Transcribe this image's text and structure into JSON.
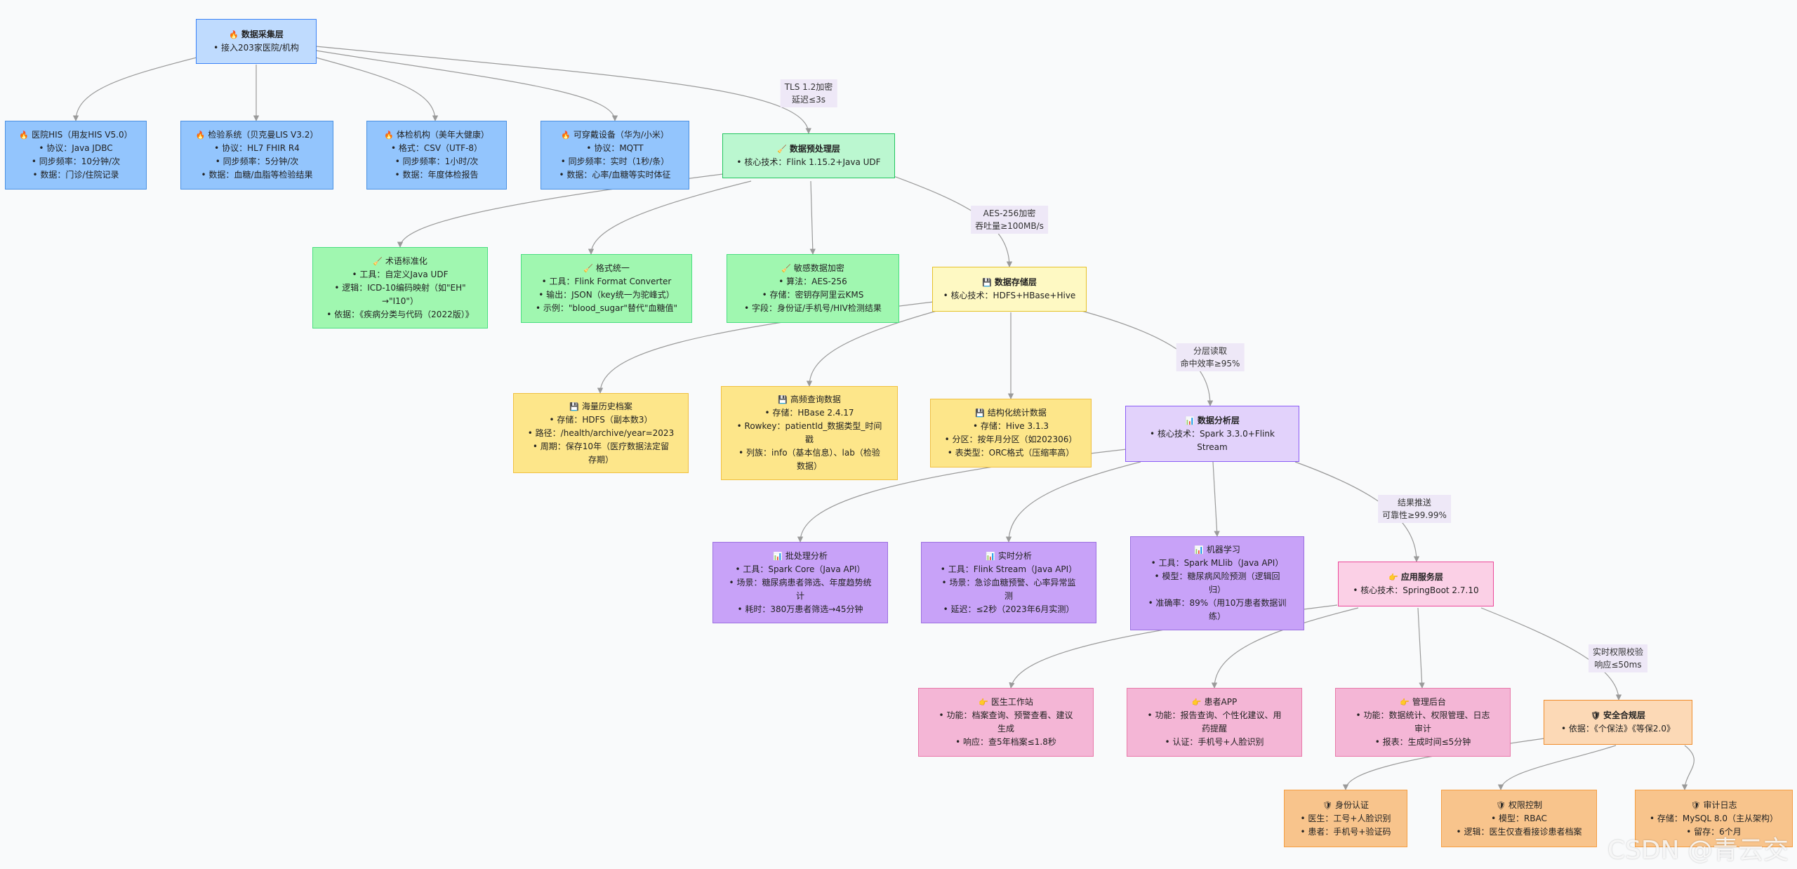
{
  "nodes": {
    "collect": {
      "icon": "fire-icon",
      "title": "数据采集层",
      "lines": [
        "• 接入203家医院/机构"
      ]
    },
    "his": {
      "icon": "fire-icon",
      "title": "医院HIS（用友HIS V5.0）",
      "lines": [
        "• 协议：Java JDBC",
        "• 同步频率：10分钟/次",
        "• 数据：门诊/住院记录"
      ]
    },
    "lis": {
      "icon": "fire-icon",
      "title": "检验系统（贝克曼LIS V3.2）",
      "lines": [
        "• 协议：HL7 FHIR R4",
        "• 同步频率：5分钟/次",
        "• 数据：血糖/血脂等检验结果"
      ]
    },
    "exam": {
      "icon": "fire-icon",
      "title": "体检机构（美年大健康）",
      "lines": [
        "• 格式：CSV（UTF-8）",
        "• 同步频率：1小时/次",
        "• 数据：年度体检报告"
      ]
    },
    "wear": {
      "icon": "fire-icon",
      "title": "可穿戴设备（华为/小米）",
      "lines": [
        "• 协议：MQTT",
        "• 同步频率：实时（1秒/条）",
        "• 数据：心率/血糖等实时体征"
      ]
    },
    "pre": {
      "icon": "broom-icon",
      "title": "数据预处理层",
      "lines": [
        "• 核心技术：Flink 1.15.2+Java UDF"
      ]
    },
    "term": {
      "icon": "broom-icon",
      "title": "术语标准化",
      "lines": [
        "• 工具：自定义Java UDF",
        "• 逻辑：ICD-10编码映射（如\"EH\"",
        "→\"I10\"）",
        "• 依据：《疾病分类与代码（2022版）》"
      ]
    },
    "fmt": {
      "icon": "broom-icon",
      "title": "格式统一",
      "lines": [
        "• 工具：Flink Format Converter",
        "• 输出：JSON（key统一为驼峰式）",
        "• 示例：\"blood_sugar\"替代\"血糖值\""
      ]
    },
    "enc": {
      "icon": "broom-icon",
      "title": "敏感数据加密",
      "lines": [
        "• 算法：AES-256",
        "• 存储：密钥存阿里云KMS",
        "• 字段：身份证/手机号/HIV检测结果"
      ]
    },
    "store": {
      "icon": "disk-icon",
      "title": "数据存储层",
      "lines": [
        "• 核心技术：HDFS+HBase+Hive"
      ]
    },
    "hist": {
      "icon": "disk-icon",
      "title": "海量历史档案",
      "lines": [
        "• 存储：HDFS（副本数3）",
        "• 路径：/health/archive/year=2023",
        "• 周期：保存10年（医疗数据法定留",
        "存期）"
      ]
    },
    "hbase": {
      "icon": "disk-icon",
      "title": "高频查询数据",
      "lines": [
        "• 存储：HBase 2.4.17",
        "• Rowkey：patientId_数据类型_时间",
        "戳",
        "• 列族：info（基本信息）、lab（检验",
        "数据）"
      ]
    },
    "hive": {
      "icon": "disk-icon",
      "title": "结构化统计数据",
      "lines": [
        "• 存储：Hive 3.1.3",
        "• 分区：按年月分区（如202306）",
        "• 表类型：ORC格式（压缩率高）"
      ]
    },
    "ana": {
      "icon": "chart-icon",
      "title": "数据分析层",
      "lines": [
        "• 核心技术：Spark 3.3.0+Flink",
        "Stream"
      ]
    },
    "batch": {
      "icon": "chart-icon",
      "title": "批处理分析",
      "lines": [
        "• 工具：Spark Core（Java API）",
        "• 场景：糖尿病患者筛选、年度趋势统",
        "计",
        "• 耗时：380万患者筛选→45分钟"
      ]
    },
    "rt": {
      "icon": "chart-icon",
      "title": "实时分析",
      "lines": [
        "• 工具：Flink Stream（Java API）",
        "• 场景：急诊血糖预警、心率异常监",
        "测",
        "• 延迟：≤2秒（2023年6月实测）"
      ]
    },
    "ml": {
      "icon": "chart-icon",
      "title": "机器学习",
      "lines": [
        "• 工具：Spark MLlib（Java API）",
        "• 模型：糖尿病风险预测（逻辑回",
        "归）",
        "• 准确率：89%（用10万患者数据训",
        "练）"
      ]
    },
    "app": {
      "icon": "pointer-icon",
      "title": "应用服务层",
      "lines": [
        "• 核心技术：SpringBoot 2.7.10"
      ]
    },
    "doc": {
      "icon": "pointer-icon",
      "title": "医生工作站",
      "lines": [
        "• 功能：档案查询、预警查看、建议",
        "生成",
        "• 响应：查5年档案≤1.8秒"
      ]
    },
    "pat": {
      "icon": "pointer-icon",
      "title": "患者APP",
      "lines": [
        "• 功能：报告查询、个性化建议、用",
        "药提醒",
        "• 认证：手机号+人脸识别"
      ]
    },
    "admin": {
      "icon": "pointer-icon",
      "title": "管理后台",
      "lines": [
        "• 功能：数据统计、权限管理、日志",
        "审计",
        "• 报表：生成时间≤5分钟"
      ]
    },
    "sec": {
      "icon": "shield-icon",
      "title": "安全合规层",
      "lines": [
        "• 依据：《个保法》《等保2.0》"
      ]
    },
    "auth": {
      "icon": "shield-icon",
      "title": "身份认证",
      "lines": [
        "• 医生：工号+人脸识别",
        "• 患者：手机号+验证码"
      ]
    },
    "perm": {
      "icon": "shield-icon",
      "title": "权限控制",
      "lines": [
        "• 模型：RBAC",
        "• 逻辑：医生仅查看接诊患者档案"
      ]
    },
    "audit": {
      "icon": "shield-icon",
      "title": "审计日志",
      "lines": [
        "• 存储：MySQL 8.0（主从架构）",
        "• 留存：6个月"
      ]
    }
  },
  "edge_labels": {
    "e1": [
      "TLS 1.2加密",
      "延迟≤3s"
    ],
    "e2": [
      "AES-256加密",
      "吞吐量≥100MB/s"
    ],
    "e3": [
      "分层读取",
      "命中效率≥95%"
    ],
    "e4": [
      "结果推送",
      "可靠性≥99.99%"
    ],
    "e5": [
      "实时权限校验",
      "响应≤50ms"
    ]
  },
  "colors": {
    "edge": "#9a9a9a",
    "collect_layer": "#bfdbfe",
    "preprocess_layer": "#bbf7d0",
    "storage_layer": "#fef9c3",
    "analysis_layer": "#e2d2fb",
    "application_layer": "#fbd0e6",
    "security_layer": "#fcd9b6"
  },
  "watermark": "CSDN @青云交"
}
